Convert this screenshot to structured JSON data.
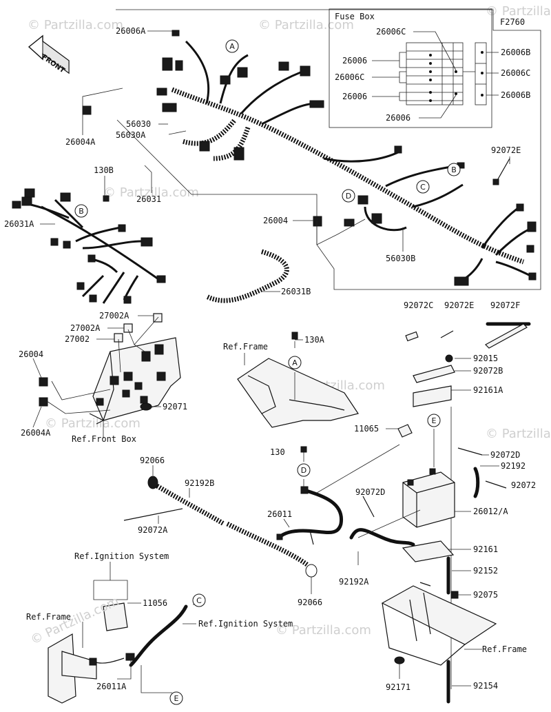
{
  "figure_code": "F2760",
  "front_label": "FRONT",
  "fusebox": {
    "title": "Fuse Box",
    "labels": [
      "26006C",
      "26006",
      "26006C",
      "26006",
      "26006",
      "26006B",
      "26006C",
      "26006B"
    ]
  },
  "watermarks": [
    "© Partzilla.com",
    "© Partzilla.com",
    "© Partzilla.com",
    "© Partzilla.com",
    "© Partzilla.com",
    "© Partzilla.com",
    "© Partzilla.com",
    "© Partzilla.com"
  ],
  "circle_letters": [
    "A",
    "B",
    "B",
    "C",
    "D",
    "A",
    "E",
    "D",
    "C",
    "E"
  ],
  "parts": [
    "26006A",
    "56030",
    "56030A",
    "26004A",
    "130B",
    "26031",
    "26031A",
    "92072E",
    "26004",
    "56030B",
    "26031B",
    "92072C",
    "92072E",
    "92072F",
    "27002A",
    "27002A",
    "27002",
    "26004",
    "26004A",
    "92071",
    "130A",
    "92015",
    "92072B",
    "92161A",
    "11065",
    "130",
    "92072D",
    "92192",
    "92072",
    "92066",
    "92192B",
    "26011",
    "92072D",
    "26012/A",
    "92072A",
    "92192A",
    "92161",
    "92152",
    "92075",
    "92066",
    "11056",
    "26011A",
    "92171",
    "92154"
  ],
  "refs": [
    "Ref.Frame",
    "Ref.Front Box",
    "Ref.Ignition System",
    "Ref.Frame",
    "Ref.Ignition System",
    "Ref.Frame"
  ]
}
